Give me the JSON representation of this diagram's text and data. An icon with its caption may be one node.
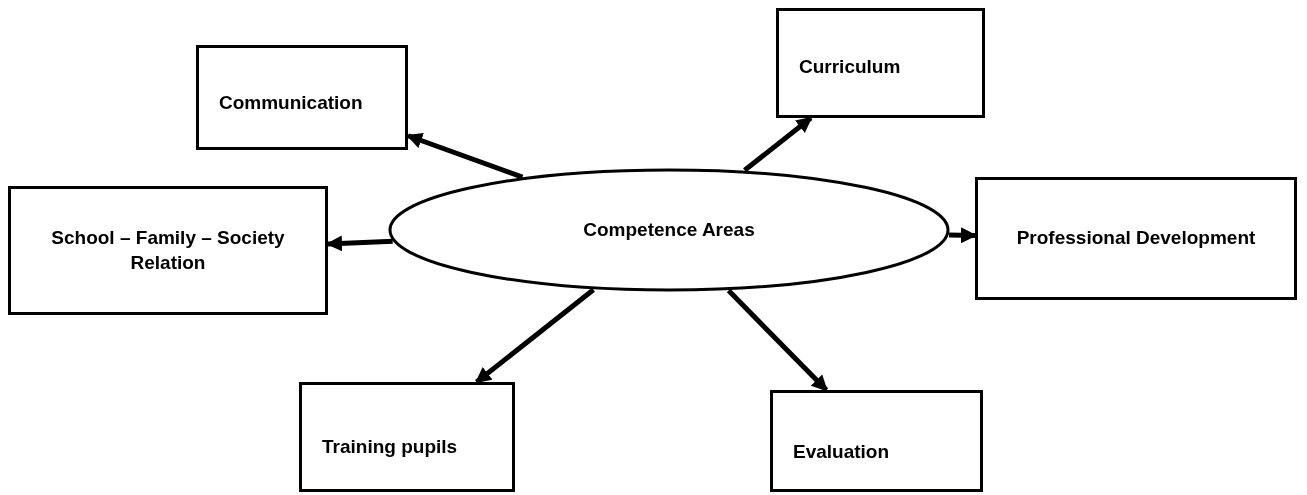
{
  "diagram": {
    "nodes": [
      {
        "text": [
          "Communication"
        ]
      },
      {
        "text": [
          "Curriculum"
        ]
      },
      {
        "text": [
          "School – Family – Society Relation"
        ]
      },
      {
        "text": [
          "Competence Areas"
        ]
      },
      {
        "text": [
          "Professional Development"
        ]
      },
      {
        "text": [
          "Training pupils"
        ]
      },
      {
        "text": [
          "Evaluation"
        ]
      }
    ],
    "edges": [
      {
        "from": 3,
        "to": 0,
        "arrow": "to"
      },
      {
        "from": 3,
        "to": 1,
        "arrow": "to"
      },
      {
        "from": 3,
        "to": 2,
        "arrow": "to"
      },
      {
        "from": 3,
        "to": 4,
        "arrow": "to"
      },
      {
        "from": 3,
        "to": 5,
        "arrow": "to"
      },
      {
        "from": 3,
        "to": 6,
        "arrow": "to"
      }
    ]
  }
}
